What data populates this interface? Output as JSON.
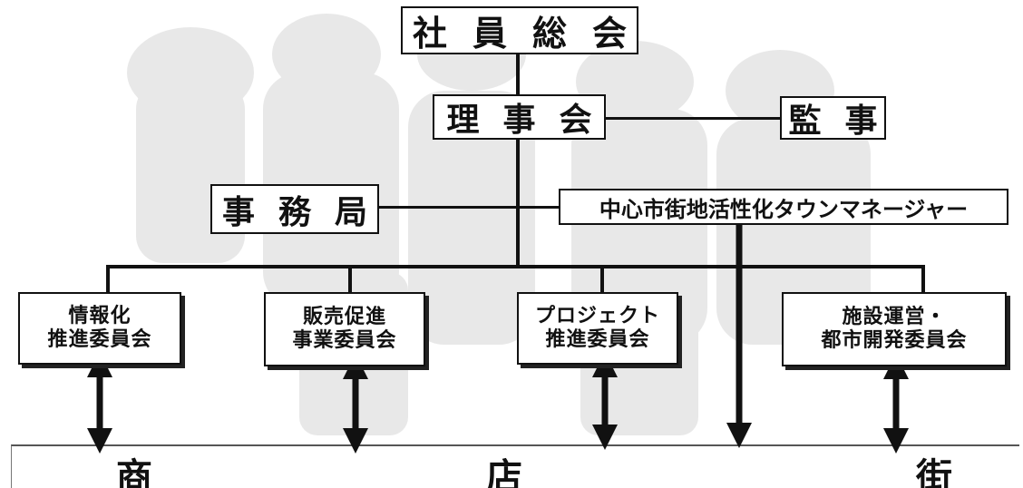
{
  "top_box": {
    "label": "社員総会"
  },
  "board_box": {
    "label": "理事会"
  },
  "auditor_box": {
    "label": "監事"
  },
  "secretariat_box": {
    "label": "事務局"
  },
  "town_manager_box": {
    "label": "中心市街地活性化タウンマネージャー"
  },
  "committees": [
    {
      "line1": "情報化",
      "line2": "推進委員会"
    },
    {
      "line1": "販売促進",
      "line2": "事業委員会"
    },
    {
      "line1": "プロジェクト",
      "line2": "推進委員会"
    },
    {
      "line1": "施設運営・",
      "line2": "都市開発委員会"
    }
  ],
  "street": {
    "chars": [
      "商",
      "店",
      "街"
    ]
  }
}
